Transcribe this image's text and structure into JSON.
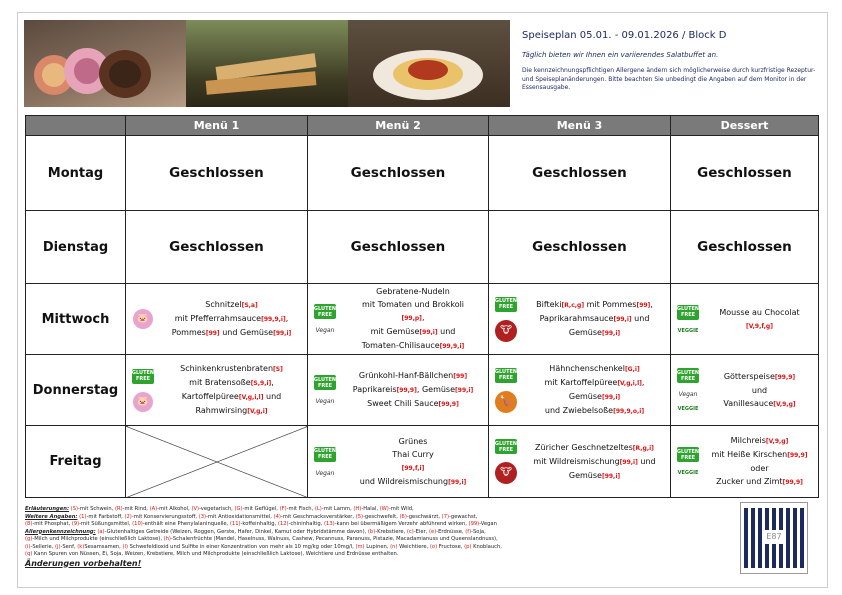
{
  "header": {
    "title": "Speiseplan  05.01. - 09.01.2026 / Block D",
    "salad_note": "Täglich bieten wir Ihnen ein variierendes Salatbuffet an.",
    "allergen_note": "Die kennzeichnungspflichtigen Allergene ändern sich möglicherweise durch kurzfristige Rezeptur- und Speiseplanänderungen. Bitte beachten Sie unbedingt die Angaben auf dem Monitor in der Essensausgabe."
  },
  "columns": [
    "Menü 1",
    "Menü 2",
    "Menü 3",
    "Dessert"
  ],
  "closed_label": "Geschlossen",
  "days": [
    {
      "name": "Montag",
      "closed": true
    },
    {
      "name": "Dienstag",
      "closed": true
    },
    {
      "name": "Mittwoch",
      "cells": [
        {
          "icons": [
            "pig-icon"
          ],
          "lines": [
            [
              [
                "Schnitzel",
                "S,a"
              ]
            ],
            [
              [
                "mit Pfefferrahmsauce",
                "99,9,i"
              ],
              [
                ",",
                ""
              ]
            ],
            [
              [
                "Pommes",
                "99"
              ],
              [
                " und Gemüse",
                "99,i"
              ]
            ]
          ]
        },
        {
          "icons": [
            "gluten-free-icon",
            "vegan-icon"
          ],
          "lines": [
            [
              [
                "Gebratene-Nudeln",
                ""
              ]
            ],
            [
              [
                "mit Tomaten und Brokkoli",
                ""
              ]
            ],
            [
              [
                "",
                "99,p"
              ],
              [
                ",",
                ""
              ]
            ],
            [
              [
                "mit  Gemüse",
                "99,i"
              ],
              [
                " und",
                ""
              ]
            ],
            [
              [
                "Tomaten-Chilisauce",
                "99,9,i"
              ]
            ]
          ]
        },
        {
          "icons": [
            "gluten-free-icon",
            "cow-icon"
          ],
          "lines": [
            [
              [
                "Bifteki",
                "R,c,g"
              ],
              [
                " mit Pommes",
                "99"
              ],
              [
                ",",
                ""
              ]
            ],
            [
              [
                "Paprikarahmsauce",
                "99,i"
              ],
              [
                " und",
                ""
              ]
            ],
            [
              [
                "Gemüse",
                "99,i"
              ]
            ]
          ]
        },
        {
          "icons": [
            "gluten-free-icon",
            "vegetarian-icon"
          ],
          "lines": [
            [
              [
                "Mousse au Chocolat",
                ""
              ]
            ],
            [
              [
                "",
                "V,9,f,g"
              ]
            ]
          ]
        }
      ]
    },
    {
      "name": "Donnerstag",
      "cells": [
        {
          "icons": [
            "gluten-free-icon",
            "pig-icon"
          ],
          "lines": [
            [
              [
                "Schinkenkrustenbraten",
                "S"
              ]
            ],
            [
              [
                "mit Bratensoße",
                "S,9,i"
              ],
              [
                ",",
                ""
              ]
            ],
            [
              [
                "Kartoffelpüree",
                "V,g,i,l"
              ],
              [
                " und",
                ""
              ]
            ],
            [
              [
                "Rahmwirsing",
                "V,g,i"
              ]
            ]
          ]
        },
        {
          "icons": [
            "gluten-free-icon",
            "vegan-icon"
          ],
          "lines": [
            [
              [
                "Grünkohl-Hanf-Bällchen",
                "99"
              ]
            ],
            [
              [
                "Paprikareis",
                "99,9"
              ],
              [
                ", Gemüse",
                "99,i"
              ]
            ],
            [
              [
                "Sweet Chili Sauce",
                "99,9"
              ]
            ]
          ]
        },
        {
          "icons": [
            "gluten-free-icon",
            "chicken-icon"
          ],
          "lines": [
            [
              [
                "Hähnchenschenkel",
                "G,i"
              ]
            ],
            [
              [
                "mit Kartoffelpüree",
                "V,g,i,l"
              ],
              [
                ",",
                ""
              ]
            ],
            [
              [
                "Gemüse",
                "99,i"
              ]
            ],
            [
              [
                "und Zwiebelsoße",
                "99,9,o,i"
              ]
            ]
          ]
        },
        {
          "icons": [
            "gluten-free-icon",
            "vegan-icon",
            "vegetarian-icon"
          ],
          "lines": [
            [
              [
                "Götterspeise",
                "99,9"
              ]
            ],
            [
              [
                "und",
                ""
              ]
            ],
            [
              [
                "Vanillesauce",
                "V,9,g"
              ]
            ]
          ]
        }
      ]
    },
    {
      "name": "Freitag",
      "cells": [
        {
          "empty": true
        },
        {
          "icons": [
            "gluten-free-icon",
            "vegan-icon"
          ],
          "lines": [
            [
              [
                "Grünes",
                ""
              ]
            ],
            [
              [
                "Thai Curry",
                ""
              ]
            ],
            [
              [
                "",
                "99,f,i"
              ]
            ],
            [
              [
                "und Wildreismischung",
                "99,i"
              ]
            ]
          ]
        },
        {
          "icons": [
            "gluten-free-icon",
            "cow-icon"
          ],
          "lines": [
            [
              [
                "Züricher Geschnetzeltes",
                "R,g,i"
              ]
            ],
            [
              [
                "mit Wildreismischung",
                "99,i"
              ],
              [
                "  und",
                ""
              ]
            ],
            [
              [
                "Gemüse",
                "99,i"
              ]
            ]
          ]
        },
        {
          "icons": [
            "gluten-free-icon",
            "vegetarian-icon"
          ],
          "lines": [
            [
              [
                "Milchreis",
                "V,9,g"
              ]
            ],
            [
              [
                "mit Heiße Kirschen",
                "99,9"
              ]
            ],
            [
              [
                "oder",
                ""
              ]
            ],
            [
              [
                "Zucker und Zimt",
                "99,9"
              ]
            ]
          ]
        }
      ]
    }
  ],
  "icon_labels": {
    "gluten_free_1": "GLUTEN",
    "gluten_free_2": "FREE",
    "vegan": "Vegan",
    "vegetarian": "VEGGIE"
  },
  "legend": [
    {
      "head": "Erläuterungen:",
      "items": [
        [
          "(S)",
          "-mit Schwein, "
        ],
        [
          "(R)",
          "-mit Rind, "
        ],
        [
          "(A)",
          "-mit Alkohol, "
        ],
        [
          "(V)",
          "-vegetarisch, "
        ],
        [
          "(G)",
          "-mit Geflügel, "
        ],
        [
          "(F)",
          "-mit Fisch, "
        ],
        [
          "(L)",
          "-mit Lamm, "
        ],
        [
          "(H)",
          "-Halal, "
        ],
        [
          "(W)",
          "-mit Wild,"
        ]
      ]
    },
    {
      "head": "Weitere Angaben:",
      "items": [
        [
          "(1)",
          "-mit Farbstoff, "
        ],
        [
          "(2)",
          "-mit Konservierungsstoff, "
        ],
        [
          "(3)",
          "-mit Antioxidationsmittel, "
        ],
        [
          "(4)",
          "-mit Geschmacksverstärker, "
        ],
        [
          "(5)",
          "-geschwefelt, "
        ],
        [
          "(6)",
          "-geschwärzt, "
        ],
        [
          "(7)",
          "-gewachst,"
        ]
      ]
    },
    {
      "head": "",
      "items": [
        [
          "(8)",
          "-mit Phosphat, "
        ],
        [
          "(9)",
          "-mit Süßungsmittel, "
        ],
        [
          "(10)",
          "-enthält eine Phenylalaninquelle, "
        ],
        [
          "(11)",
          "-koffeinhaltig, "
        ],
        [
          "(12)",
          "-chininhaltig, "
        ],
        [
          "(13)",
          "-kann bei übermäßigem Verzehr abführend wirken, "
        ],
        [
          "(99)",
          "-Vegan"
        ]
      ]
    },
    {
      "head": "Allergenkennzeichnung:",
      "items": [
        [
          "(a)",
          "-Glutenhaltiges Getreide (Weizen, Roggen, Gerste, Hafer, Dinkel, Kamut oder Hybridstämme davon), "
        ],
        [
          "(b)",
          "-Krebstiere, "
        ],
        [
          "(c)",
          "-Eier, "
        ],
        [
          "(e)",
          "-Erdnüsse, "
        ],
        [
          "(f)",
          "-Soja,"
        ]
      ]
    },
    {
      "head": "",
      "items": [
        [
          "(g)",
          "-Milch und Milchprodukte (einschließlich Laktose), "
        ],
        [
          "(h)",
          "-Schalenfrüchte (Mandel, Haselnuss, Walnuss, Cashew, Pecannuss, Paranuss, Pistazie, Macadamianuss und Queenslandnuss),"
        ]
      ]
    },
    {
      "head": "",
      "items": [
        [
          "(i)",
          "-Sellerie, "
        ],
        [
          "(j)",
          "-Senf, "
        ],
        [
          "(k)",
          "Sesamsamen, "
        ],
        [
          "(l)",
          " Schwefeldioxid und Sulfite in einer Konzentration von mehr als 10 mg/kg oder 10mg/l, "
        ],
        [
          "(m)",
          " Lupinen, "
        ],
        [
          "(n)",
          " Weichtiere, "
        ],
        [
          "(o)",
          " Fructose, "
        ],
        [
          "(p)",
          " Knoblauch,"
        ]
      ]
    },
    {
      "head": "",
      "items": [
        [
          "(q)",
          " Kann Spuren von Nüssen, Ei, Soja, Weizen, Krebstiere, Milch und Milchprodukte (einschließlich Laktose), Weichtiere und Erdnüsse enthalten."
        ]
      ]
    }
  ],
  "legend_footer": "Änderungen vorbehalten!",
  "qr_label": "E87"
}
